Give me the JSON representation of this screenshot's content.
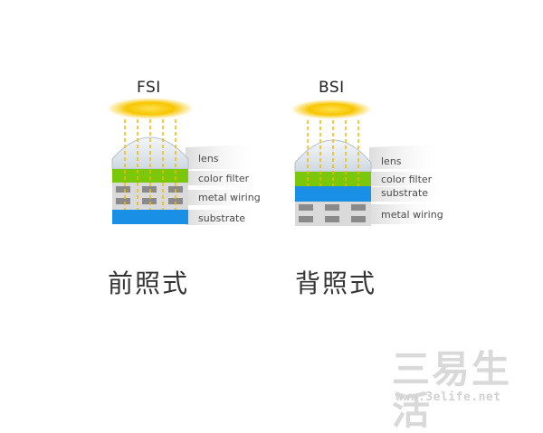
{
  "fsi": {
    "title": "FSI",
    "labels": [
      "lens",
      "color filter",
      "metal wiring",
      "substrate"
    ],
    "caption": "前照式"
  },
  "bsi": {
    "title": "BSI",
    "labels": [
      "lens",
      "color filter",
      "substrate",
      "metal wiring"
    ],
    "caption": "背照式"
  },
  "watermark": {
    "name": "三易生活",
    "url": "www.3elife.net"
  },
  "colors": {
    "light": "#f7c600",
    "color_filter": "#7ac70c",
    "substrate": "#1a8fe6",
    "wiring_block": "#8a8a8a",
    "wiring_bg": "#d6d6d6",
    "label_band": "#e6e6e6"
  }
}
